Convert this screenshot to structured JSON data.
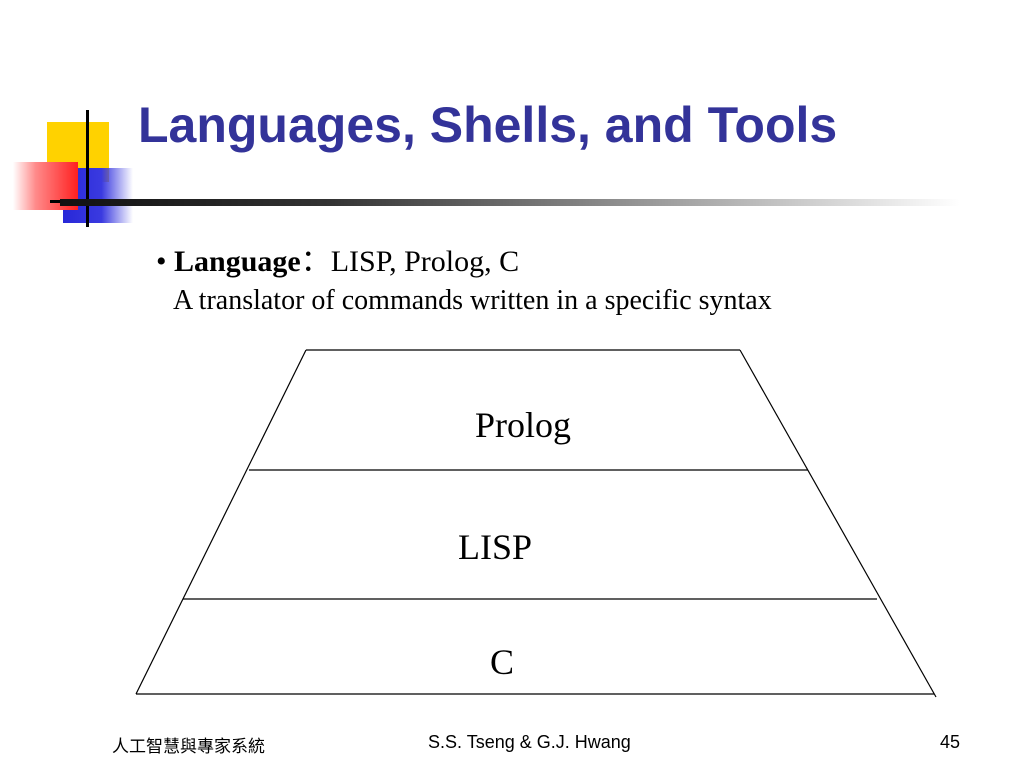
{
  "slide": {
    "title": "Languages, Shells, and Tools",
    "bullet": {
      "marker": "•",
      "term": "Language",
      "separator": "：",
      "items": "LISP, Prolog, C"
    },
    "description": "A translator of commands written in a specific syntax",
    "diagram": {
      "layers": [
        {
          "label": "Prolog"
        },
        {
          "label": "LISP"
        },
        {
          "label": "C"
        }
      ]
    },
    "footer": {
      "course": "人工智慧與專家系統",
      "authors": "S.S. Tseng & G.J. Hwang",
      "page_number": "45"
    },
    "colors": {
      "title": "#333399",
      "deco_yellow": "#ffd200",
      "deco_blue": "#2828d8",
      "deco_red": "#ff2020"
    }
  }
}
